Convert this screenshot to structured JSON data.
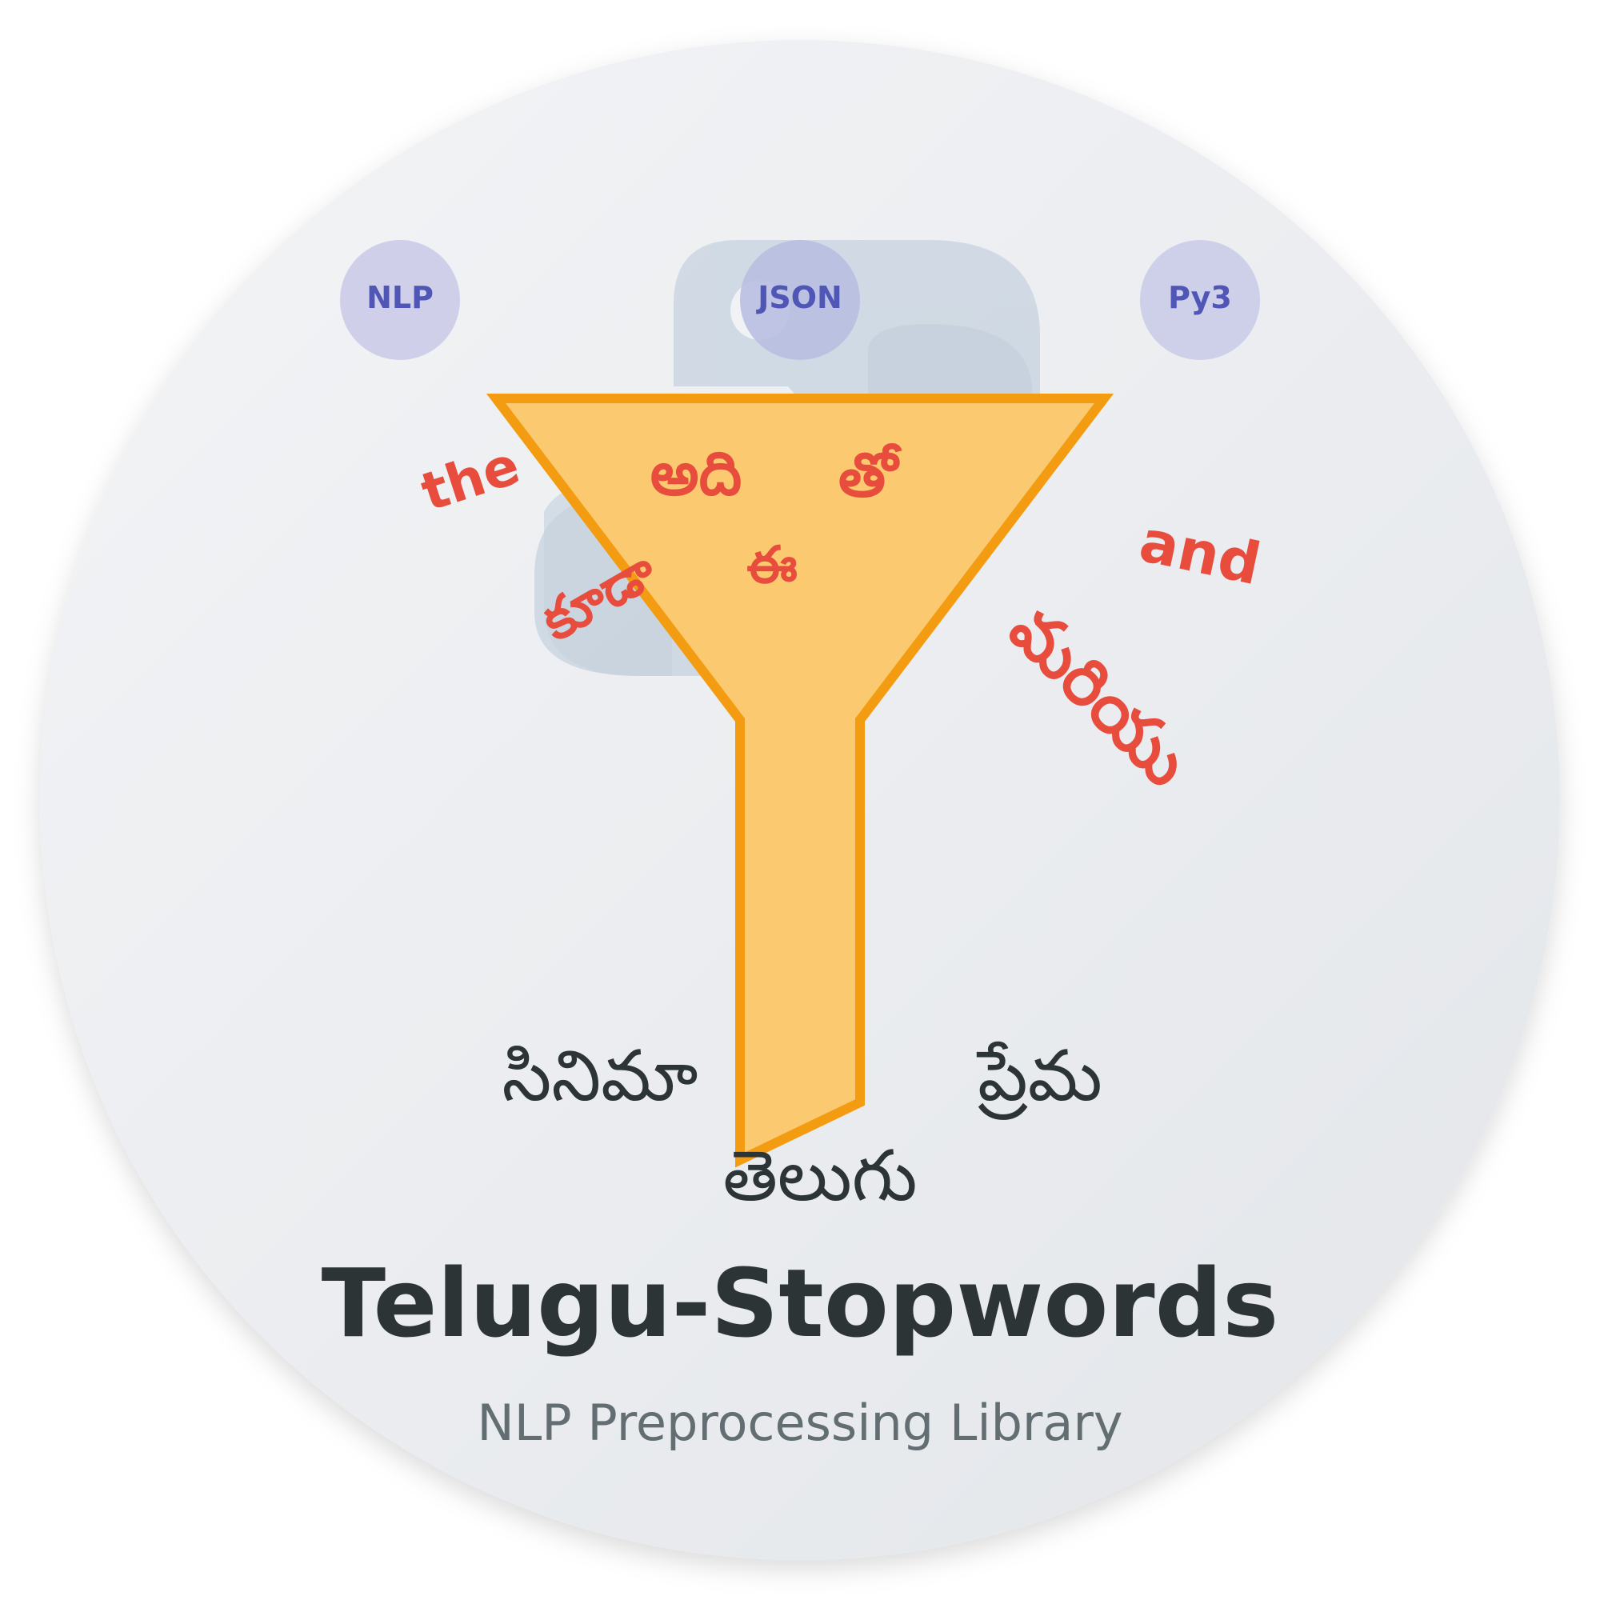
{
  "badges": [
    "NLP",
    "JSON",
    "Py3"
  ],
  "stopwords": [
    "the",
    "అది",
    "తో",
    "కూడా",
    "ఈ",
    "and",
    "మరియు"
  ],
  "content_words": [
    "సినిమా",
    "ప్రేమ",
    "తెలుగు"
  ],
  "title": "Telugu-Stopwords",
  "subtitle": "NLP Preprocessing Library",
  "colors": {
    "background_top": "#f3f4f6",
    "background_bottom": "#e3e6ea",
    "python_logo": "#b9c9d9",
    "badge_fill": "#c9c9e6",
    "badge_text": "#5056b6",
    "funnel_fill": "#fbc96f",
    "funnel_stroke": "#f39c12",
    "stopword": "#e74c3c",
    "content_word": "#2d3436",
    "title": "#2d3436",
    "subtitle": "#636e72"
  }
}
